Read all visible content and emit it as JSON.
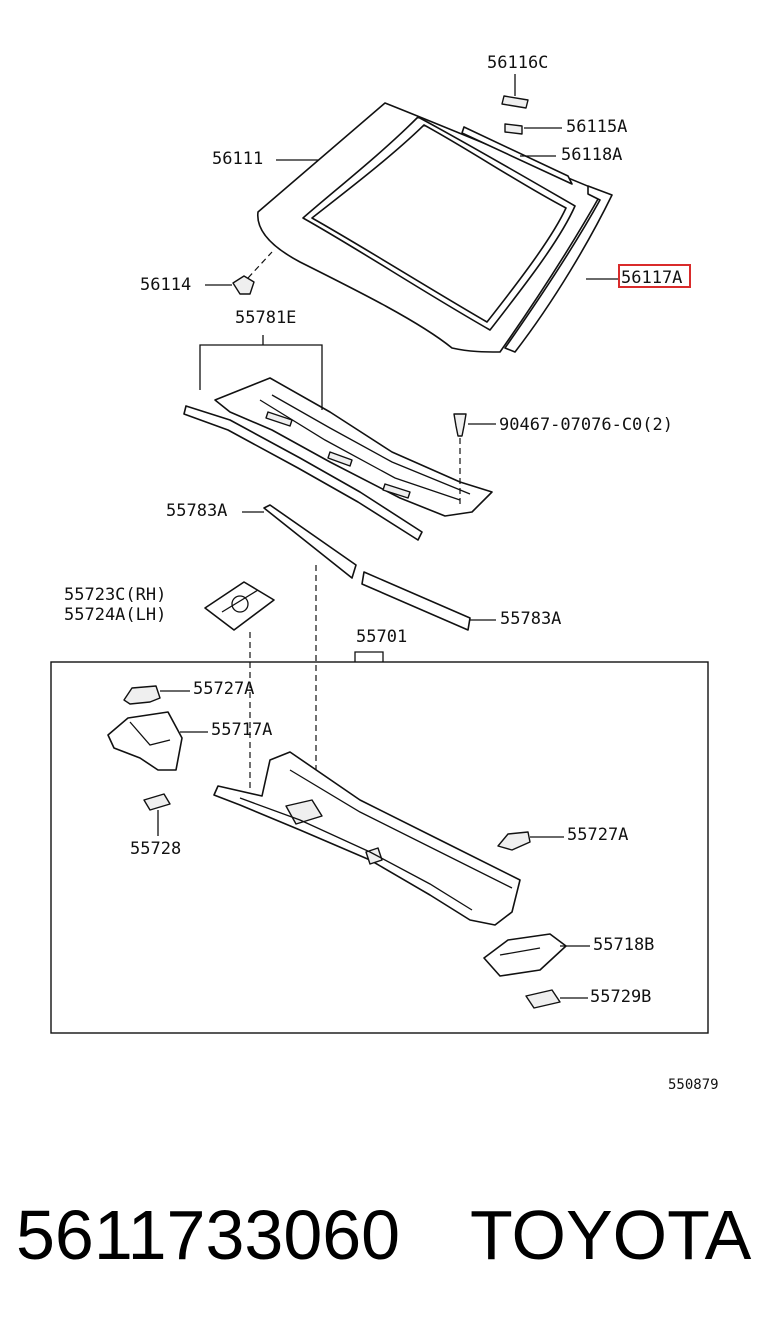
{
  "colors": {
    "highlight": "#d92b2b",
    "ink": "#111111",
    "background": "#ffffff"
  },
  "labels": {
    "l56116C": "56116C",
    "l56115A": "56115A",
    "l56118A": "56118A",
    "l56111": "56111",
    "l56114": "56114",
    "l56117A": "56117A",
    "l55781E": "55781E",
    "l90467": "90467-07076-C0(2)",
    "l55783A_left": "55783A",
    "l55783A_right": "55783A",
    "l55723C": "55723C(RH)",
    "l55724A": "55724A(LH)",
    "l55701": "55701",
    "l55727A_left": "55727A",
    "l55717A": "55717A",
    "l55728": "55728",
    "l55727A_right": "55727A",
    "l55718B": "55718B",
    "l55729B": "55729B",
    "diagram_code": "550879"
  },
  "footer": {
    "part_number": "5611733060",
    "brand": "TOYOTA"
  }
}
